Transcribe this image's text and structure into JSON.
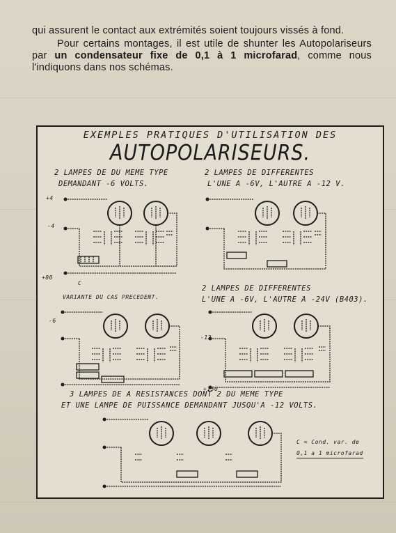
{
  "text": {
    "para1": "qui assurent le contact aux extrémités soient toujours vissés à fond.",
    "para2_start": "Pour certains montages, il est utile de shunter les Autopolariseurs par ",
    "para2_bold": "un condensateur fixe de 0,1 à 1 microfarad",
    "para2_end": ", comme nous l'indiquons dans nos schémas."
  },
  "plate": {
    "title_small": "EXEMPLES PRATIQUES D'UTILISATION DES",
    "title_big": "AUTOPOLARISEURS.",
    "caption_1a": "2 LAMPES DE DU MEME TYPE",
    "caption_1b": "DEMANDANT -6 VOLTS.",
    "caption_2a": "2 LAMPES DE DIFFERENTES",
    "caption_2b": "L'UNE A -6V, L'AUTRE A -12 V.",
    "caption_3": "VARIANTE DU CAS PRECEDENT.",
    "caption_4a": "2 LAMPES DE DIFFERENTES",
    "caption_4b": "L'UNE A -6V, L'AUTRE A -24V (B403).",
    "caption_5a": "3 LAMPES DE A RESISTANCES DONT 2 DU MEME TYPE",
    "caption_5b": "ET UNE LAMPE DE PUISSANCE DEMANDANT JUSQU'A -12 VOLTS.",
    "note_a": "C = Cond. var. de",
    "note_b": "0,1 a 1 microfarad",
    "label_c": "C",
    "label_plus4": "+4",
    "label_minus4": "-4",
    "label_plus80": "+80",
    "label_minus6": "-6",
    "label_plus150": "+150",
    "label_minus12": "-12"
  }
}
